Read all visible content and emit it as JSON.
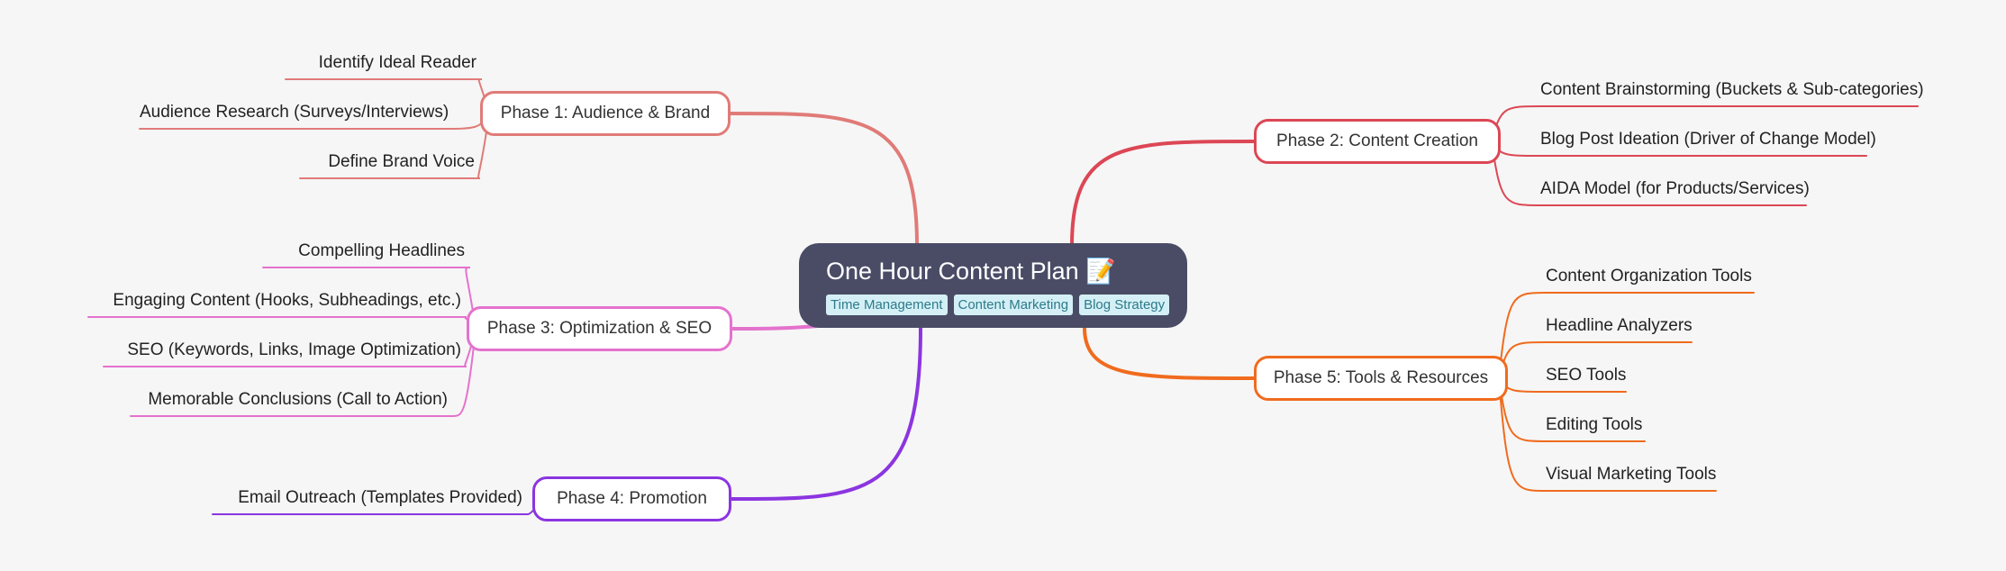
{
  "root": {
    "title": "One Hour Content Plan 📝",
    "tags": [
      "Time Management",
      "Content Marketing",
      "Blog Strategy"
    ]
  },
  "phases": [
    {
      "label": "Phase 1: Audience & Brand",
      "color": "#e07b78",
      "children": [
        "Identify Ideal Reader",
        "Audience Research (Surveys/Interviews)",
        "Define Brand Voice"
      ]
    },
    {
      "label": "Phase 2: Content Creation",
      "color": "#dc4755",
      "children": [
        "Content Brainstorming (Buckets & Sub-categories)",
        "Blog Post Ideation (Driver of Change Model)",
        "AIDA Model (for Products/Services)"
      ]
    },
    {
      "label": "Phase 3: Optimization & SEO",
      "color": "#e472cd",
      "children": [
        "Compelling Headlines",
        "Engaging Content (Hooks, Subheadings, etc.)",
        "SEO (Keywords, Links, Image Optimization)",
        "Memorable Conclusions (Call to Action)"
      ]
    },
    {
      "label": "Phase 4: Promotion",
      "color": "#8b35e0",
      "children": [
        "Email Outreach (Templates Provided)"
      ]
    },
    {
      "label": "Phase 5: Tools & Resources",
      "color": "#f06b1e",
      "children": [
        "Content Organization Tools",
        "Headline Analyzers",
        "SEO Tools",
        "Editing Tools",
        "Visual Marketing Tools"
      ]
    }
  ]
}
